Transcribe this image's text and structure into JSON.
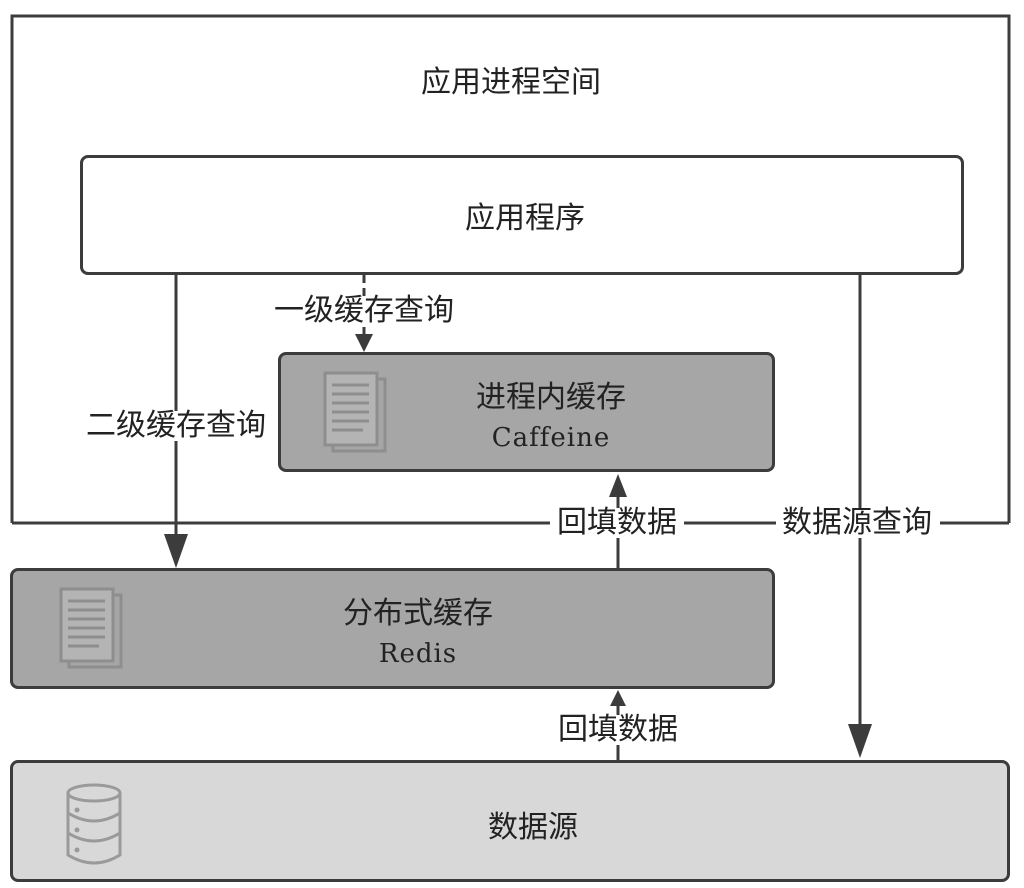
{
  "process_space": {
    "label": "应用进程空间"
  },
  "application": {
    "label": "应用程序"
  },
  "local_cache": {
    "title": "进程内缓存",
    "subtitle": "Caffeine"
  },
  "distributed_cache": {
    "title": "分布式缓存",
    "subtitle": "Redis"
  },
  "data_source": {
    "title": "数据源"
  },
  "edges": {
    "l1_query": "一级缓存查询",
    "l2_query": "二级缓存查询",
    "backfill_local": "回填数据",
    "backfill_redis": "回填数据",
    "source_query": "数据源查询"
  },
  "icons": {
    "local_cache": "document-stack-icon",
    "distributed_cache": "document-stack-icon",
    "data_source": "database-icon"
  },
  "colors": {
    "app_fill": "#ffffff",
    "cache_fill": "#a6a6a6",
    "source_fill": "#d8d8d8",
    "stroke": "#3c3c3c"
  }
}
